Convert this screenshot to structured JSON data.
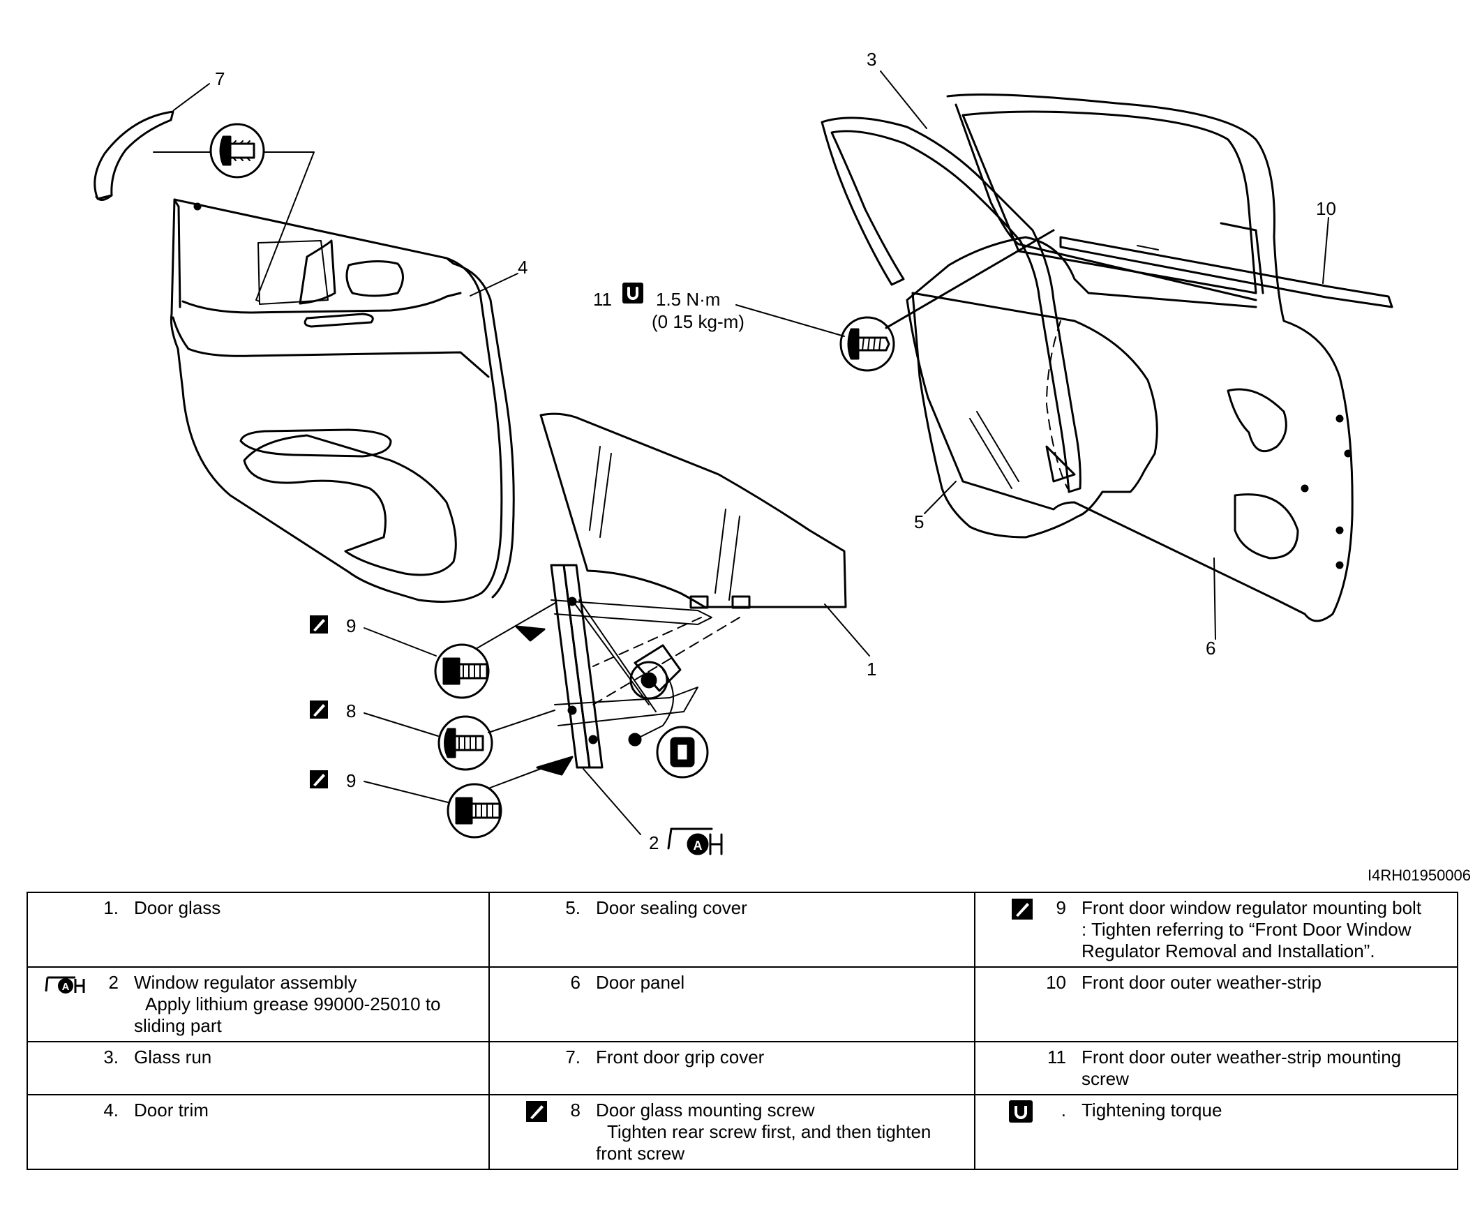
{
  "diagram_code": "I4RH01950006",
  "callouts": {
    "c1": "1",
    "c2": "2",
    "c3": "3",
    "c4": "4",
    "c5": "5",
    "c6": "6",
    "c7": "7",
    "c9a": "9",
    "c8": "8",
    "c9b": "9",
    "c10": "10",
    "c11": "11",
    "torque_value": "1.5 N·m",
    "torque_alt": "(0 15 kg-m)"
  },
  "legend": {
    "rows": [
      [
        {
          "num": "1.",
          "icon": "",
          "title": "Door glass",
          "lines": []
        },
        {
          "num": "5.",
          "icon": "",
          "title": "Door sealing cover",
          "lines": []
        },
        {
          "num": "9",
          "icon": "tighten-icon",
          "title": "Front door window regulator mounting bolt",
          "lines": [
            ": Tighten referring to “Front Door Window Regulator Removal and Installation”."
          ]
        }
      ],
      [
        {
          "num": "2",
          "icon": "grease-icon",
          "title": "Window regulator assembly",
          "lines": [
            "Apply lithium grease 99000-25010 to",
            "sliding part"
          ]
        },
        {
          "num": "6",
          "icon": "",
          "title": "Door panel",
          "lines": []
        },
        {
          "num": "10",
          "icon": "",
          "title": "Front door outer weather-strip",
          "lines": []
        }
      ],
      [
        {
          "num": "3.",
          "icon": "",
          "title": "Glass run",
          "lines": []
        },
        {
          "num": "7.",
          "icon": "",
          "title": "Front door grip cover",
          "lines": []
        },
        {
          "num": "11",
          "icon": "",
          "title": "Front door outer weather-strip mounting screw",
          "lines": []
        }
      ],
      [
        {
          "num": "4.",
          "icon": "",
          "title": "Door trim",
          "lines": []
        },
        {
          "num": "8",
          "icon": "tighten-icon",
          "title": "Door glass mounting screw",
          "lines": [
            "Tighten rear screw first, and then tighten",
            "front screw"
          ]
        },
        {
          "num": ".",
          "icon": "torque-icon",
          "title": "Tightening torque",
          "lines": []
        }
      ]
    ]
  }
}
